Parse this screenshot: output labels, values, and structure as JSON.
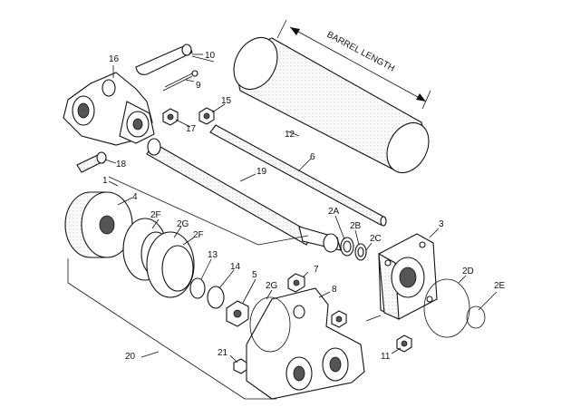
{
  "diagram": {
    "barrel_dimension_label": "BARREL LENGTH",
    "labels": {
      "p1": "1",
      "p2A": "2A",
      "p2B": "2B",
      "p2C": "2C",
      "p2D": "2D",
      "p2E": "2E",
      "p2F_a": "2F",
      "p2F_b": "2F",
      "p2G_a": "2G",
      "p2G_b": "2G",
      "p3": "3",
      "p4": "4",
      "p5": "5",
      "p6": "6",
      "p7": "7",
      "p8": "8",
      "p9": "9",
      "p10": "10",
      "p11": "11",
      "p12": "12",
      "p13": "13",
      "p14": "14",
      "p15": "15",
      "p16": "16",
      "p17": "17",
      "p18": "18",
      "p19": "19",
      "p20": "20",
      "p21": "21"
    }
  }
}
